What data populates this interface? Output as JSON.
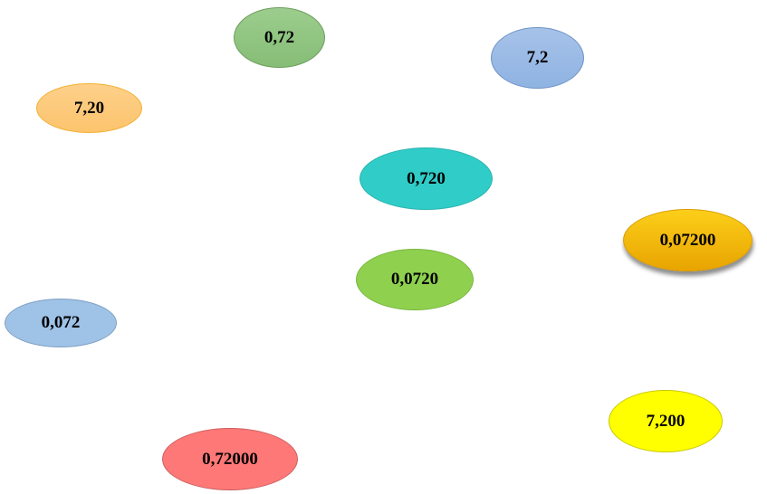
{
  "ovals": [
    {
      "label": "0,72",
      "fill": "#9ccd8e",
      "fill_end": "#86bd76",
      "border": "#6e9e5e"
    },
    {
      "label": "7,2",
      "fill": "#a6c2e9",
      "fill_end": "#8fb3e2",
      "border": "#6f93c4"
    },
    {
      "label": "7,20",
      "fill": "#fdd08a",
      "fill_end": "#fcc46d",
      "border": "#f2b132"
    },
    {
      "label": "0,720",
      "fill": "#30ccc8",
      "fill_end": "#30ccc8",
      "border": "#29b3af"
    },
    {
      "label": "0,07200",
      "fill": "#fccf1a",
      "fill_end": "#e8a400",
      "border": "#d99b00"
    },
    {
      "label": "0,0720",
      "fill": "#8fd14f",
      "fill_end": "#8fd14f",
      "border": "#79b63f"
    },
    {
      "label": "0,072",
      "fill": "#9fc2e7",
      "fill_end": "#9fc2e7",
      "border": "#7f9fc4"
    },
    {
      "label": "7,200",
      "fill": "#ffff00",
      "fill_end": "#ffff00",
      "border": "#c8c800"
    },
    {
      "label": "0,72000",
      "fill": "#ff7878",
      "fill_end": "#ff7878",
      "border": "#cc6060"
    }
  ]
}
